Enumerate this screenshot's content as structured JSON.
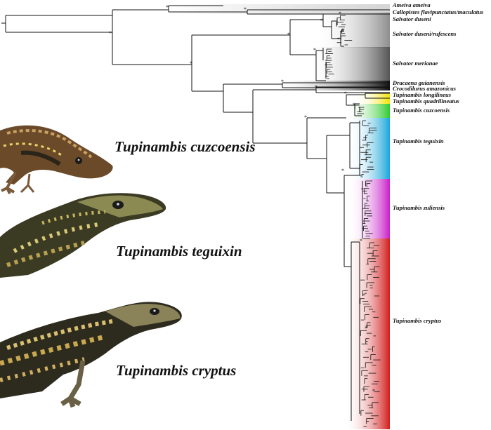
{
  "tip_labels": {
    "ameiva": "Ameiva ameiva",
    "callopistes": "Callopistes flavipunctatus/maculatus",
    "salvator_duseni": "Salvator duseni",
    "salvator_duseni_rufescens": "Salvator duseni/rufescens",
    "salvator_merianae": "Salvator merianae",
    "dracaena": "Dracaena guianensis",
    "crocodilurus": "Crocodilurus amazonicus",
    "longilineus": "Tupinambis longilineus",
    "quadrilineatus": "Tupinambis quadrilineatus",
    "cuzcoensis": "Tupinambis cuzcoensis",
    "teguixin": "Tupinambis teguixin",
    "zuliensis": "Tupinambis zuliensis",
    "cryptus": "Tupinambis cryptus"
  },
  "captions": {
    "cuzcoensis": "Tupinambis cuzcoensis",
    "teguixin": "Tupinambis teguixin",
    "cryptus": "Tupinambis cryptus"
  },
  "support_marker": "*",
  "clade_colors": {
    "salvator": "#8a8a8a",
    "salvator_merianae": "#5e5e5e",
    "dracaena": "#1a1a1a",
    "longilineus_quadrilineatus": "#f2e400",
    "cuzcoensis": "#33cc33",
    "teguixin": "#1aa6d9",
    "zuliensis": "#cc22cc",
    "cryptus": "#d71f1f"
  }
}
